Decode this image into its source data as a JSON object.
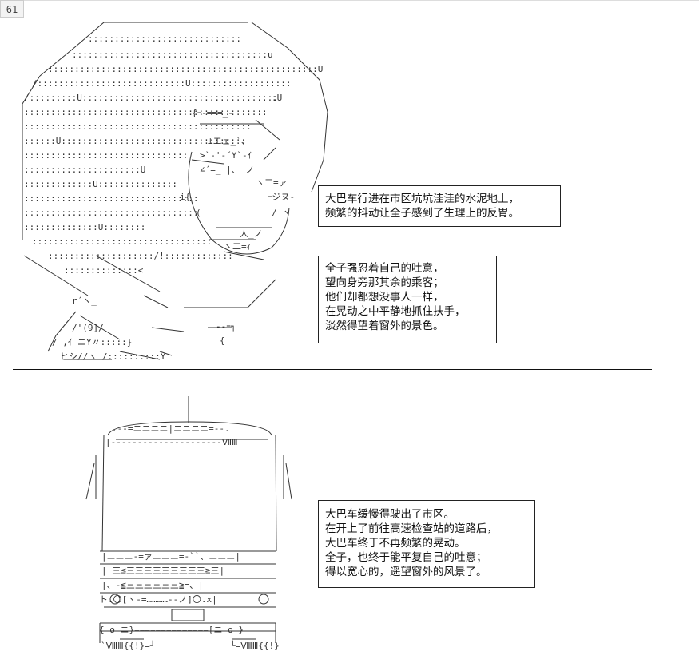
{
  "page": {
    "number": "61"
  },
  "panel1": {
    "lines": [
      "大巴车行进在市区坑坑洼洼的水泥地上，",
      "频繁的抖动让全子感到了生理上的反胃。"
    ]
  },
  "panel2": {
    "lines": [
      "全子强忍着自己的吐意，",
      "望向身旁那其余的乘客；",
      "他们却都想没事人一样，",
      "在晃动之中平静地抓住扶手，",
      "淡然得望着窗外的景色。"
    ]
  },
  "panel3": {
    "lines": [
      "大巴车缓慢得驶出了市区。",
      "在开上了前往高速检查站的道路后，",
      "大巴车终于不再频繁的晃动。",
      "全子，也终于能平复自己的吐意；",
      "得以宽心的，遥望窗外的风景了。"
    ]
  }
}
